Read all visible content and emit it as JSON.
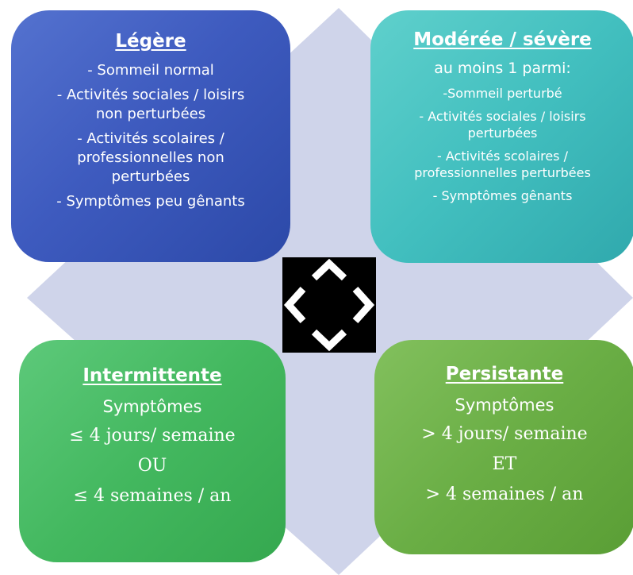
{
  "diagram": {
    "quadrants": {
      "top_left": {
        "title": "Légère",
        "lines": [
          "- Sommeil normal",
          "- Activités sociales / loisirs",
          "non perturbées",
          "- Activités scolaires /",
          "professionnelles non",
          "perturbées",
          "- Symptômes peu gênants"
        ],
        "color": "#3e5bbf"
      },
      "top_right": {
        "title": "Modérée / sévère",
        "subtitle": "au moins 1 parmi:",
        "lines": [
          "-Sommeil perturbé",
          "- Activités sociales / loisirs",
          "perturbées",
          "- Activités scolaires /",
          "professionnelles perturbées",
          "- Symptômes gênants"
        ],
        "color": "#42bfbf"
      },
      "bottom_left": {
        "title": "Intermittente",
        "lines": [
          "Symptômes",
          "≤ 4 jours/ semaine",
          "OU",
          "≤ 4 semaines / an"
        ],
        "color": "#43b85f"
      },
      "bottom_right": {
        "title": "Persistante",
        "lines": [
          "Symptômes",
          "> 4 jours/ semaine",
          "ET",
          "> 4 semaines / an"
        ],
        "color": "#6aae45"
      }
    },
    "background_color": "#cfd4ea",
    "center_icon": "expand-arrows-icon"
  }
}
